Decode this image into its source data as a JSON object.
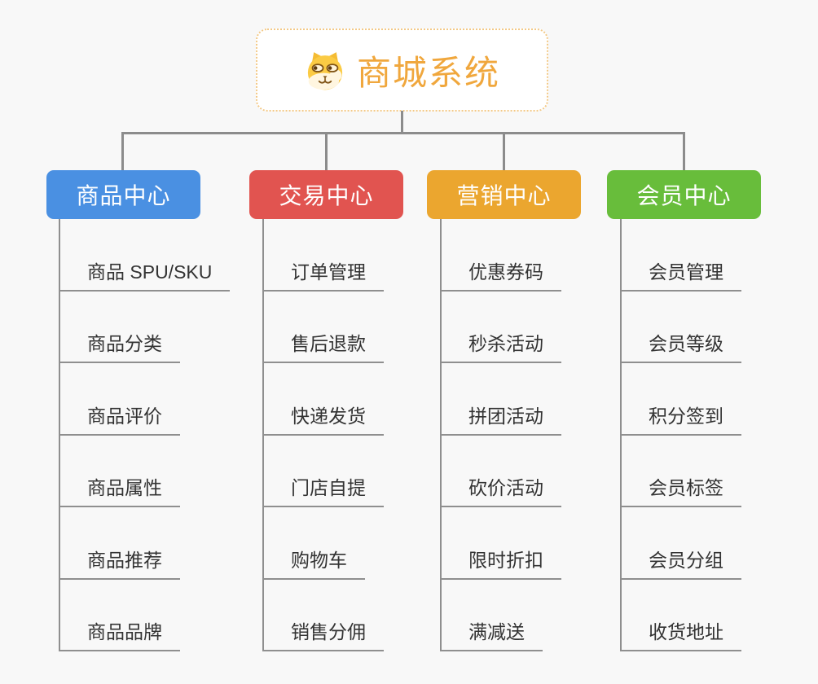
{
  "canvas": {
    "background_color": "#F8F8F8",
    "connector_color": "#8C8C8C"
  },
  "root": {
    "title": "商城系统",
    "title_color": "#F0A73D",
    "border_color": "#F3C987",
    "icon": "dog-face-icon"
  },
  "branches": [
    {
      "label": "商品中心",
      "color": "#4A90E2",
      "items": [
        "商品 SPU/SKU",
        "商品分类",
        "商品评价",
        "商品属性",
        "商品推荐",
        "商品品牌"
      ]
    },
    {
      "label": "交易中心",
      "color": "#E15450",
      "items": [
        "订单管理",
        "售后退款",
        "快递发货",
        "门店自提",
        "购物车",
        "销售分佣"
      ]
    },
    {
      "label": "营销中心",
      "color": "#EBA62F",
      "items": [
        "优惠券码",
        "秒杀活动",
        "拼团活动",
        "砍价活动",
        "限时折扣",
        "满减送"
      ]
    },
    {
      "label": "会员中心",
      "color": "#68BD3B",
      "items": [
        "会员管理",
        "会员等级",
        "积分签到",
        "会员标签",
        "会员分组",
        "收货地址"
      ]
    }
  ]
}
